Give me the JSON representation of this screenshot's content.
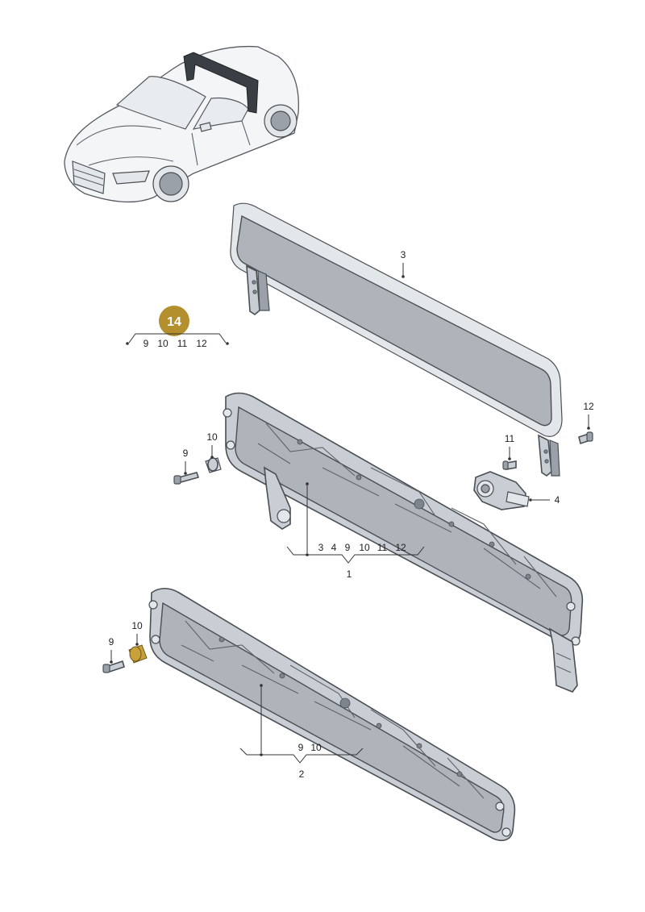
{
  "badge": {
    "label": "14",
    "color": "#b48f2e"
  },
  "group_set": {
    "items": [
      "9",
      "10",
      "11",
      "12"
    ]
  },
  "parts": {
    "p3": "3",
    "p12": "12",
    "p11": "11",
    "p4": "4",
    "p10_top": "10",
    "p9_top": "9",
    "p1": "1",
    "p10_bottom": "10",
    "p9_bottom": "9",
    "p2": "2"
  },
  "group_frame_top": {
    "items": [
      "3",
      "4",
      "9",
      "10",
      "11",
      "12"
    ]
  },
  "group_frame_bottom": {
    "items": [
      "9",
      "10"
    ]
  },
  "colors": {
    "highlight_part": "#c9a13a",
    "ink": "#333333"
  }
}
